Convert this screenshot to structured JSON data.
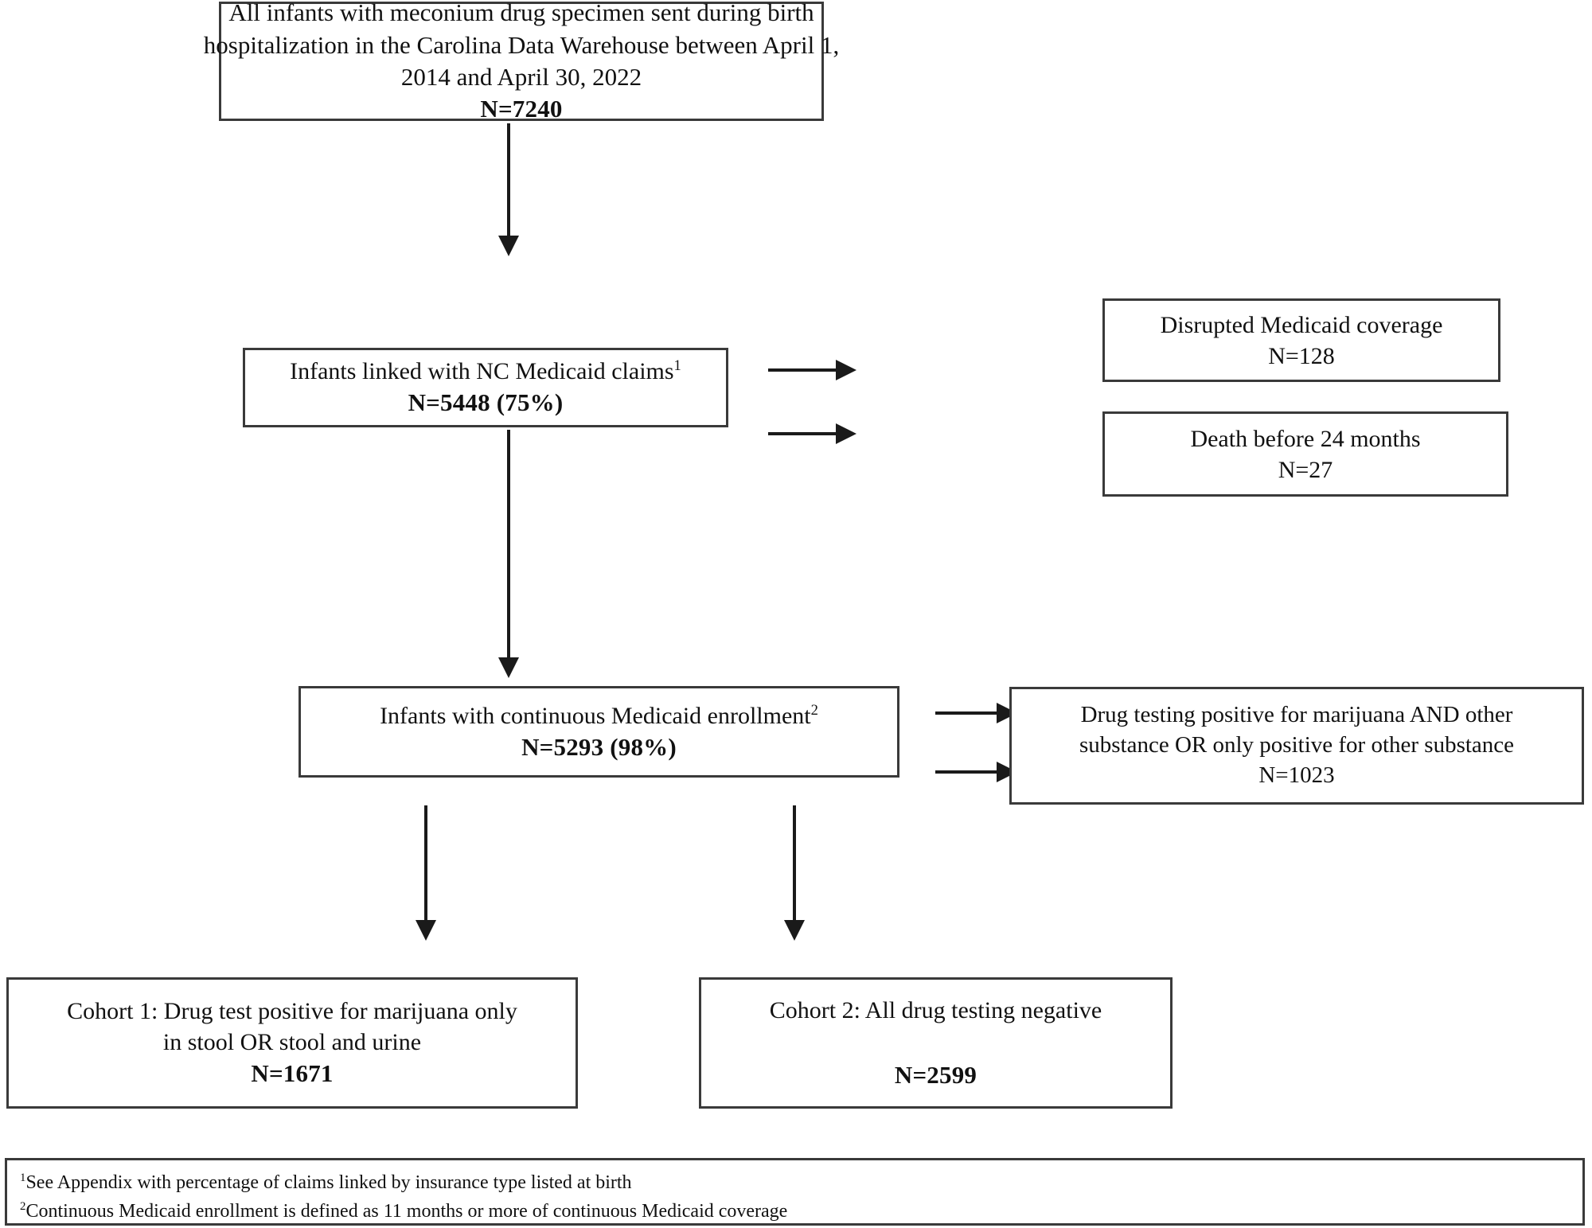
{
  "figure": {
    "type": "flowchart",
    "title": "Study cohort selection flow diagram",
    "boxes": [
      {
        "id": "source-population",
        "lines": [
          "All infants with meconium drug specimen sent during birth",
          "hospitalization in the Carolina Data Warehouse between April 1,",
          "2014 and April 30, 2022"
        ],
        "count_label": "N=7240"
      },
      {
        "id": "linked-medicaid",
        "lines": [
          "Infants linked with NC Medicaid claims"
        ],
        "footnote_marker": "1",
        "count_label": "N=5448 (75%)"
      },
      {
        "id": "excluded-disrupted-coverage",
        "lines": [
          "Disrupted Medicaid coverage"
        ],
        "count_label": "N=128"
      },
      {
        "id": "excluded-death",
        "lines": [
          "Death before 24 months"
        ],
        "count_label": "N=27"
      },
      {
        "id": "continuous-enrollment",
        "lines": [
          "Infants with continuous Medicaid enrollment"
        ],
        "footnote_marker": "2",
        "count_label": "N=5293 (98%)"
      },
      {
        "id": "excluded-other-substance",
        "lines": [
          "Drug testing positive for marijuana AND other",
          "substance OR only positive for other substance"
        ],
        "count_label": "N=1023"
      },
      {
        "id": "cohort-1",
        "lines": [
          "Cohort 1: Drug test positive for marijuana only",
          "in stool OR stool and urine"
        ],
        "count_label": "N=1671"
      },
      {
        "id": "cohort-2",
        "lines": [
          "Cohort 2: All drug testing negative"
        ],
        "count_label": "N=2599"
      }
    ],
    "footnotes": [
      {
        "marker": "1",
        "text": "See Appendix with percentage of claims linked by insurance type listed at birth"
      },
      {
        "marker": "2",
        "text": "Continuous Medicaid enrollment is defined as 11 months or more of continuous Medicaid coverage"
      }
    ],
    "colors": {
      "box_border": "#3a3a3a",
      "connector": "#1a1a1a",
      "background": "#ffffff",
      "text": "#111111"
    }
  }
}
